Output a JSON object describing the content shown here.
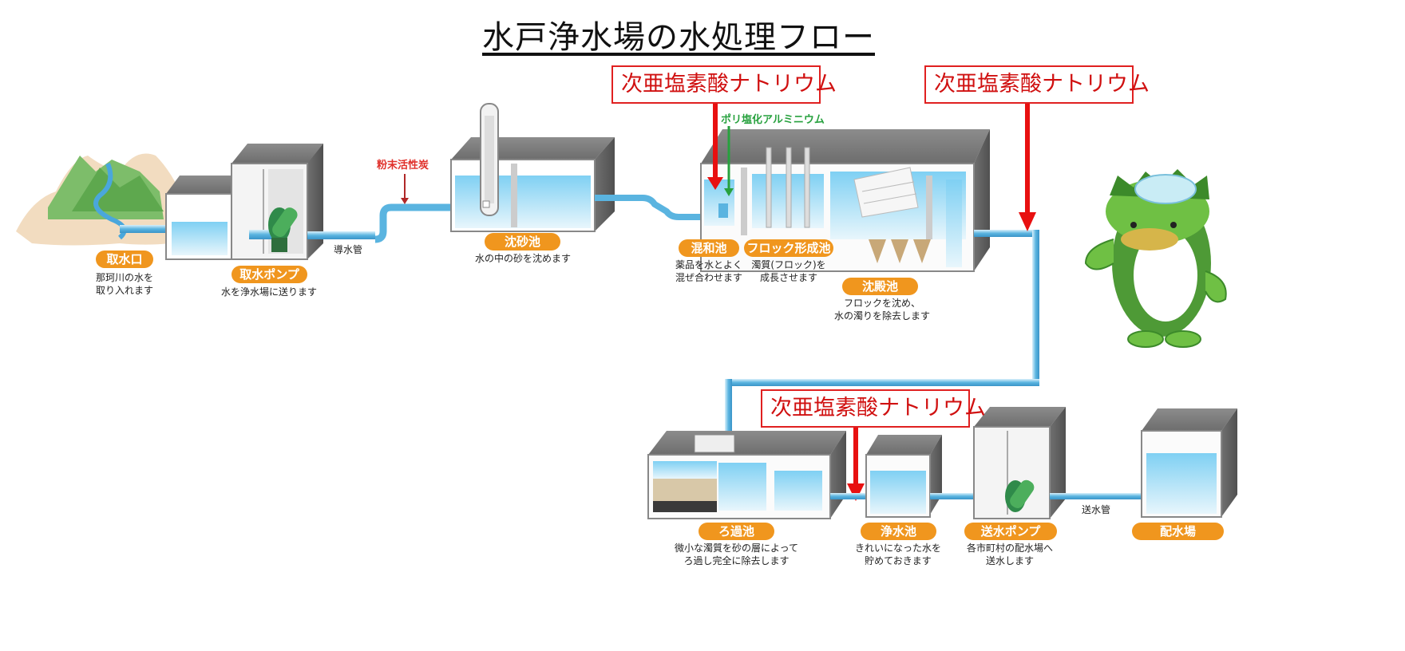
{
  "title": "水戸浄水場の水処理フロー",
  "chemicals": {
    "top_left": "次亜塩素酸ナトリウム",
    "top_right": "次亜塩素酸ナトリウム",
    "bottom": "次亜塩素酸ナトリウム",
    "coagulant": "ポリ塩化アルミニウム",
    "activated_carbon": "粉末活性炭"
  },
  "pipe_labels": {
    "intake_pipe": "導水管",
    "transmission_pipe": "送水管"
  },
  "stages": {
    "intake": {
      "name": "取水口",
      "desc": "那珂川の水を\n取り入れます"
    },
    "intake_pump": {
      "name": "取水ポンプ",
      "desc": "水を浄水場に送ります"
    },
    "grit_basin": {
      "name": "沈砂池",
      "desc": "水の中の砂を沈めます"
    },
    "mixing_basin": {
      "name": "混和池",
      "desc": "薬品を水とよく\n混ぜ合わせます"
    },
    "floc_basin": {
      "name": "フロック形成池",
      "desc": "濁質(フロック)を\n成長させます"
    },
    "settling_basin": {
      "name": "沈殿池",
      "desc": "フロックを沈め、\n水の濁りを除去します"
    },
    "filter_basin": {
      "name": "ろ過池",
      "desc": "微小な濁質を砂の層によって\nろ過し完全に除去します"
    },
    "clear_water_basin": {
      "name": "浄水池",
      "desc": "きれいになった水を\n貯めておきます"
    },
    "transmission_pump": {
      "name": "送水ポンプ",
      "desc": "各市町村の配水場へ\n送水します"
    },
    "distribution_station": {
      "name": "配水場"
    }
  },
  "colors": {
    "badge": "#f0961e",
    "chemical_red": "#e02020",
    "pipe_blue": "#5ab4e0",
    "water_blue": "#7fcbef",
    "tank_gray": "#9a9a9a",
    "mascot_green": "#5fb43c"
  }
}
